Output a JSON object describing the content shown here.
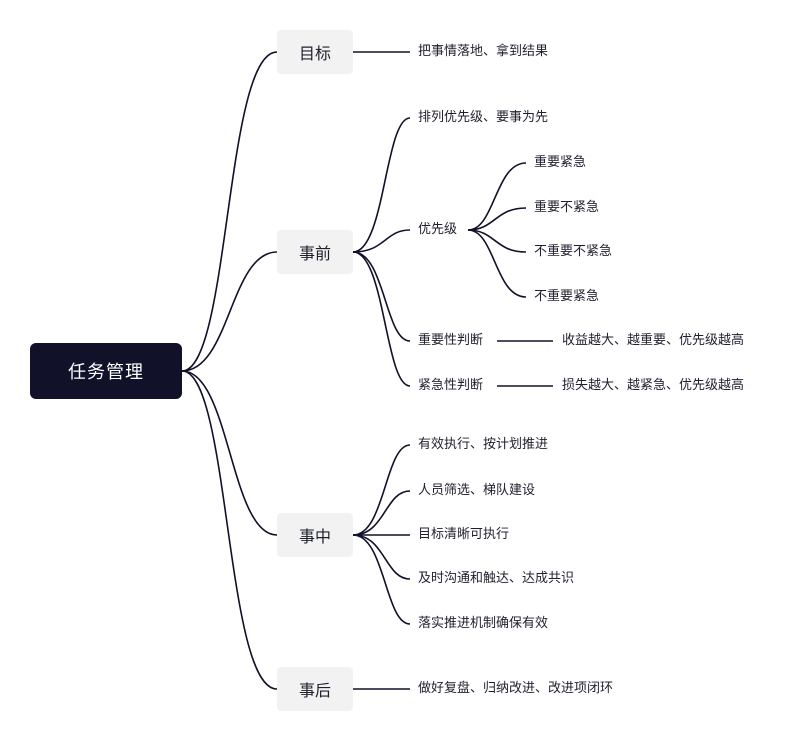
{
  "root": {
    "label": "任务管理"
  },
  "branches": [
    {
      "label": "目标",
      "items": [
        {
          "label": "把事情落地、拿到结果"
        }
      ]
    },
    {
      "label": "事前",
      "items": [
        {
          "label": "排列优先级、要事为先"
        },
        {
          "label": "优先级",
          "children": [
            {
              "label": "重要紧急"
            },
            {
              "label": "重要不紧急"
            },
            {
              "label": "不重要不紧急"
            },
            {
              "label": "不重要紧急"
            }
          ]
        },
        {
          "label": "重要性判断",
          "children": [
            {
              "label": "收益越大、越重要、优先级越高"
            }
          ]
        },
        {
          "label": "紧急性判断",
          "children": [
            {
              "label": "损失越大、越紧急、优先级越高"
            }
          ]
        }
      ]
    },
    {
      "label": "事中",
      "items": [
        {
          "label": "有效执行、按计划推进"
        },
        {
          "label": "人员筛选、梯队建设"
        },
        {
          "label": "目标清晰可执行"
        },
        {
          "label": "及时沟通和触达、达成共识"
        },
        {
          "label": "落实推进机制确保有效"
        }
      ]
    },
    {
      "label": "事后",
      "items": [
        {
          "label": "做好复盘、归纳改进、改进项闭环"
        }
      ]
    }
  ]
}
